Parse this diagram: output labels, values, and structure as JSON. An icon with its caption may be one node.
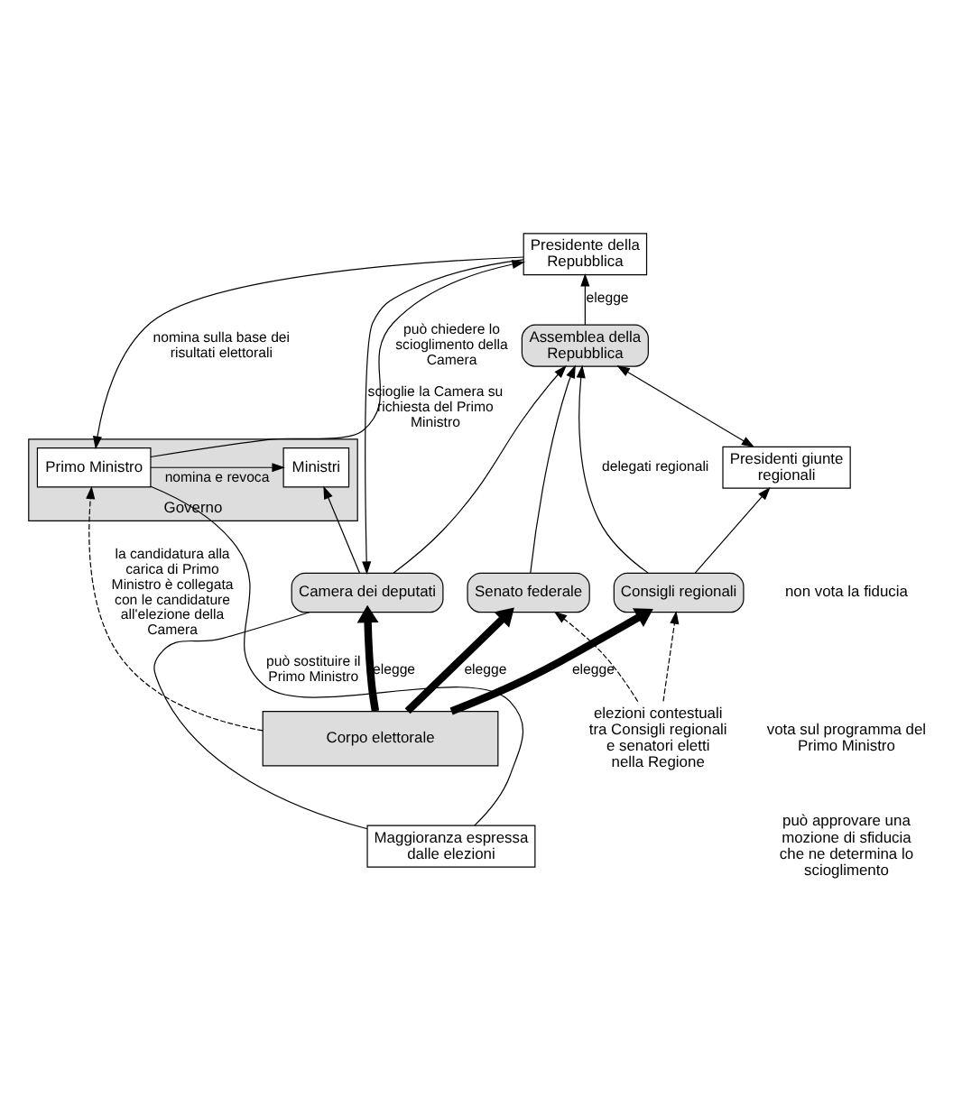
{
  "diagram": {
    "nodes": [
      {
        "text": [
          "Presidente della Repubblica"
        ]
      },
      {
        "text": [
          "Governo"
        ]
      },
      {
        "text": [
          "Primo Ministro"
        ],
        "in": 1
      },
      {
        "text": [
          "Ministri"
        ],
        "in": 1
      },
      {
        "text": [
          "Assemblea della Repubblica"
        ]
      },
      {
        "text": [
          "Presidenti giunte regionali"
        ]
      },
      {
        "text": [
          "Senato federale"
        ]
      },
      {
        "text": [
          "Camera dei deputati"
        ]
      },
      {
        "text": [
          "Maggioranza espressa dalle elezioni"
        ]
      },
      {
        "text": [
          "Consigli regionali"
        ]
      },
      {
        "text": [
          "Corpo elettorale"
        ]
      },
      {
        "text": [
          "elezioni contestuali tra Consigli regionali e senatori eletti nella Regione"
        ]
      }
    ],
    "edges": [
      {
        "from": 4,
        "to": 0,
        "arrow": "to",
        "label": "elegge"
      },
      {
        "from": 0,
        "to": 7,
        "arrow": "to",
        "label": "scioglie la Camera su richiesta del Primo Ministro"
      },
      {
        "from": 0,
        "to": 2,
        "arrow": "to",
        "label": "nomina sulla base dei risultati elettorali"
      },
      {
        "from": 2,
        "to": 0,
        "arrow": "to",
        "label": "può chiedere lo scioglimento della Camera"
      },
      {
        "from": 2,
        "to": 3,
        "arrow": "to",
        "label": "nomina e revoca"
      },
      {
        "from": 8,
        "to": 2,
        "arrow": "none",
        "label": "può sostituire il Primo Ministro"
      },
      {
        "from": 8,
        "to": 7,
        "arrow": "none"
      },
      {
        "from": 7,
        "to": 3,
        "arrow": "to"
      },
      {
        "from": 6,
        "to": 4,
        "arrow": "to"
      },
      {
        "from": 7,
        "to": 4,
        "arrow": "to"
      },
      {
        "from": 5,
        "to": 4,
        "arrow": "both"
      },
      {
        "from": 9,
        "to": 5,
        "arrow": "to"
      },
      {
        "from": 9,
        "to": 4,
        "arrow": "to",
        "label": "delegati regionali"
      },
      {
        "from": 10,
        "to": 6,
        "arrow": "to",
        "label": "elegge",
        "style": "thick"
      },
      {
        "from": 10,
        "to": 7,
        "arrow": "to",
        "label": "elegge",
        "style": "thick"
      },
      {
        "from": 10,
        "to": 9,
        "arrow": "to",
        "label": "elegge",
        "style": "thick"
      },
      {
        "from": 11,
        "to": 6,
        "arrow": "to",
        "style": "dashed"
      },
      {
        "from": 11,
        "to": 9,
        "arrow": "to",
        "style": "dashed"
      },
      {
        "from": 10,
        "to": 2,
        "arrow": "to",
        "style": "dashed",
        "label": "la candidatura alla  carica di Primo Ministro è collegata con le candidature all'elezione della Camera"
      }
    ],
    "labels": [
      "non vota la fiducia",
      "vota sul programma del Primo Ministro",
      "può approvare una mozione di sfiducia che ne determina lo scioglimento"
    ]
  }
}
